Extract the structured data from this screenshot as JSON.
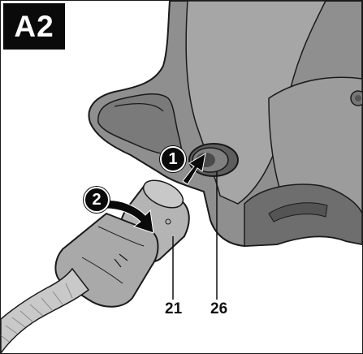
{
  "figure": {
    "label": "A2"
  },
  "steps": [
    {
      "number": "1"
    },
    {
      "number": "2"
    }
  ],
  "parts": [
    {
      "number": "21"
    },
    {
      "number": "26"
    }
  ],
  "colors": {
    "housing": "#8f8f8f",
    "housing_dark": "#5e5e5e",
    "adapter": "#b4b4b4",
    "hose": "#c9c9c9",
    "outline": "#1a1a1a",
    "badge": "#0a0a0a"
  }
}
